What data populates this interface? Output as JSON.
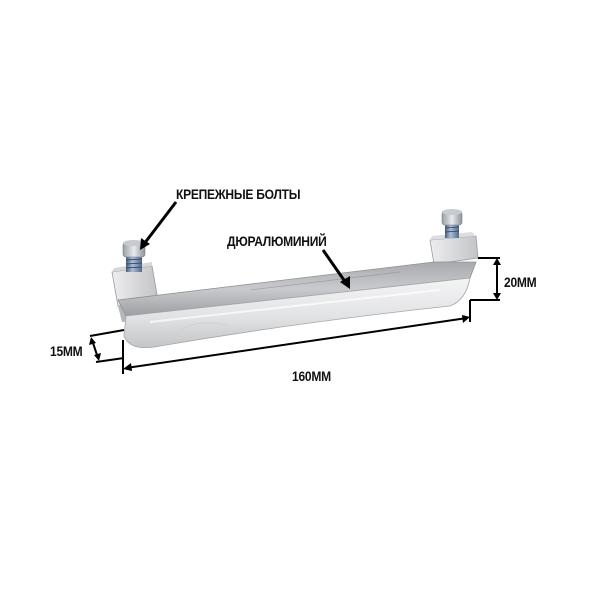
{
  "labels": {
    "bolts": "КРЕПЕЖНЫЕ БОЛТЫ",
    "material": "ДЮРАЛЮМИНИЙ",
    "height": "20ММ",
    "depth": "15ММ",
    "length": "160ММ"
  },
  "colors": {
    "background": "#ffffff",
    "text": "#111111",
    "dimension_lines": "#000000",
    "metal_light": "#e4e4e6",
    "metal_mid": "#b9babd",
    "metal_dark": "#7d7f83",
    "bolt_blue": "#6f8fb8"
  },
  "icons": {
    "product": "aluminium-bar-with-bolts-image"
  }
}
